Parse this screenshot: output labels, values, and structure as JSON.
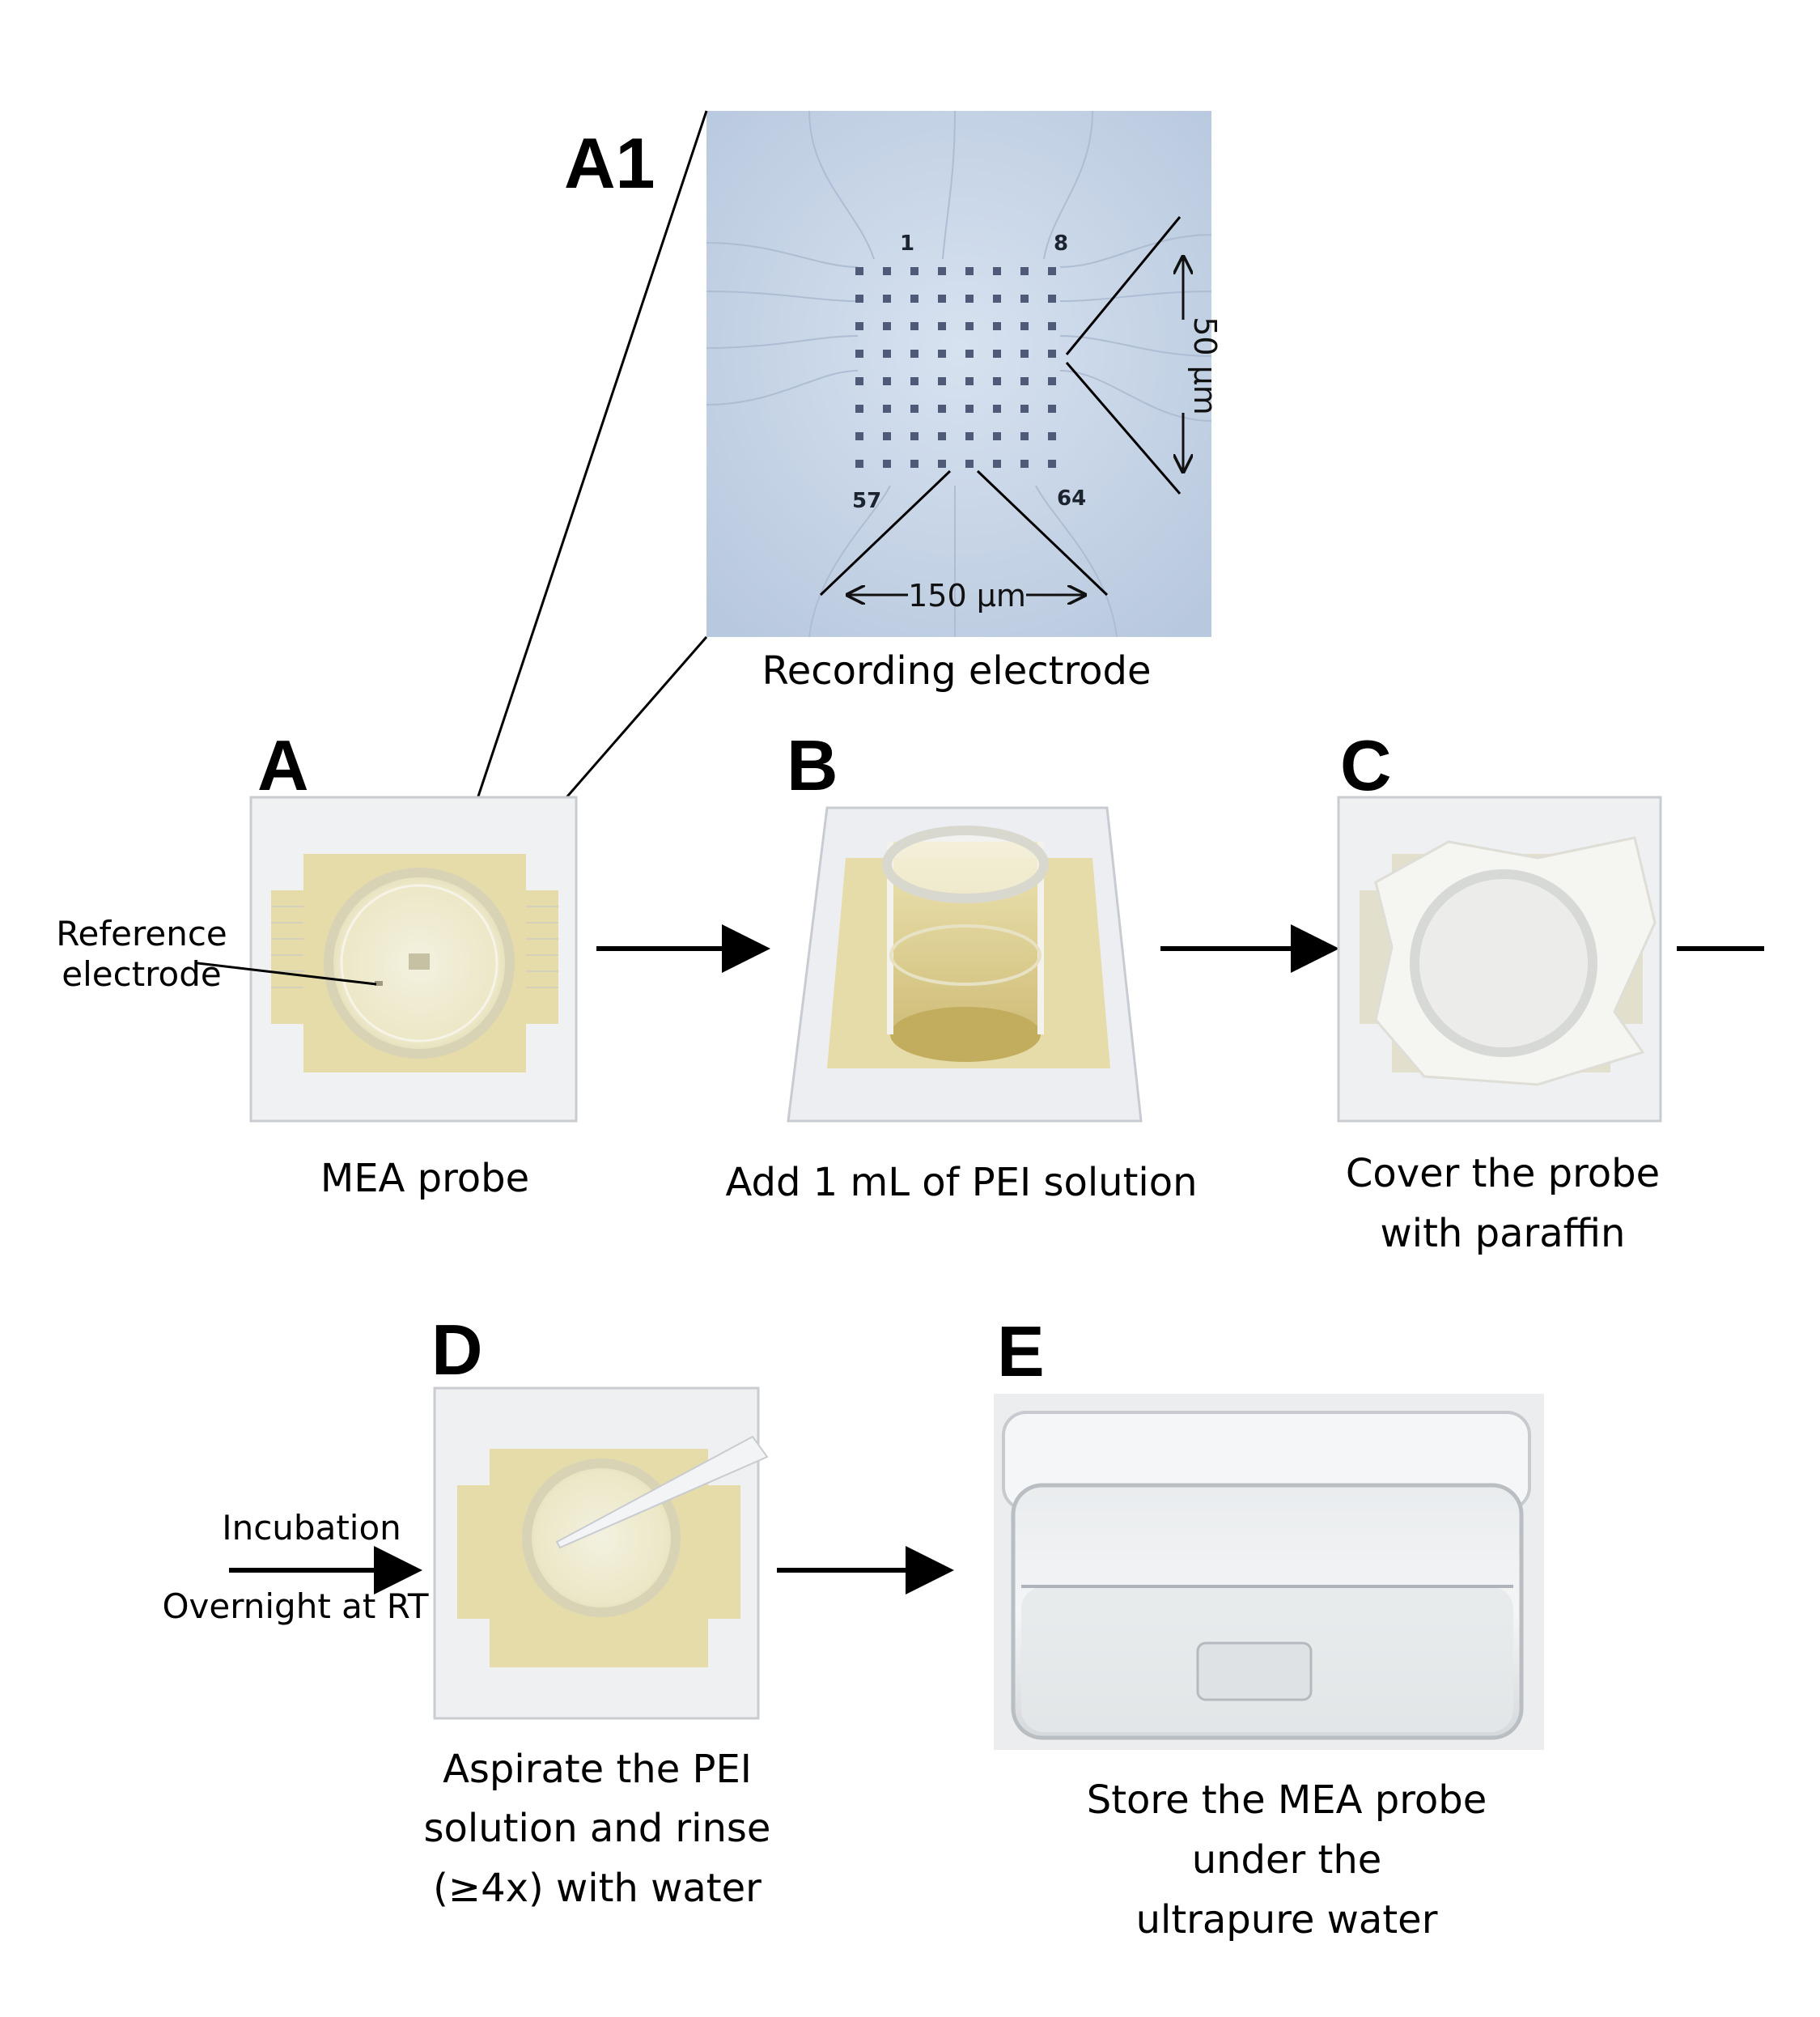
{
  "panels": {
    "A1": {
      "letter": "A1",
      "caption": "Recording electrode",
      "electrode_numbers": [
        "1",
        "8",
        "57",
        "64"
      ],
      "scale_horizontal": "150 μm",
      "scale_vertical": "50 μm",
      "grid": {
        "rows": 8,
        "cols": 8
      }
    },
    "A": {
      "letter": "A",
      "caption": "MEA probe",
      "callout": [
        "Reference",
        "electrode"
      ]
    },
    "B": {
      "letter": "B",
      "caption": "Add 1 mL of PEI solution"
    },
    "C": {
      "letter": "C",
      "caption": [
        "Cover the probe",
        "with paraffin"
      ]
    },
    "D": {
      "letter": "D",
      "caption": [
        "Aspirate the PEI",
        "solution and rinse",
        "(≥4x) with water"
      ]
    },
    "E": {
      "letter": "E",
      "caption": [
        "Store the MEA probe",
        "under the",
        "ultrapure water"
      ]
    }
  },
  "incubation": {
    "top": "Incubation",
    "bottom": "Overnight at RT"
  },
  "colors": {
    "pad": "#e6dcaa",
    "microscope_bg": "#c6d4e6",
    "electrode": "#4f5a78",
    "glass": "#eef0f2"
  }
}
